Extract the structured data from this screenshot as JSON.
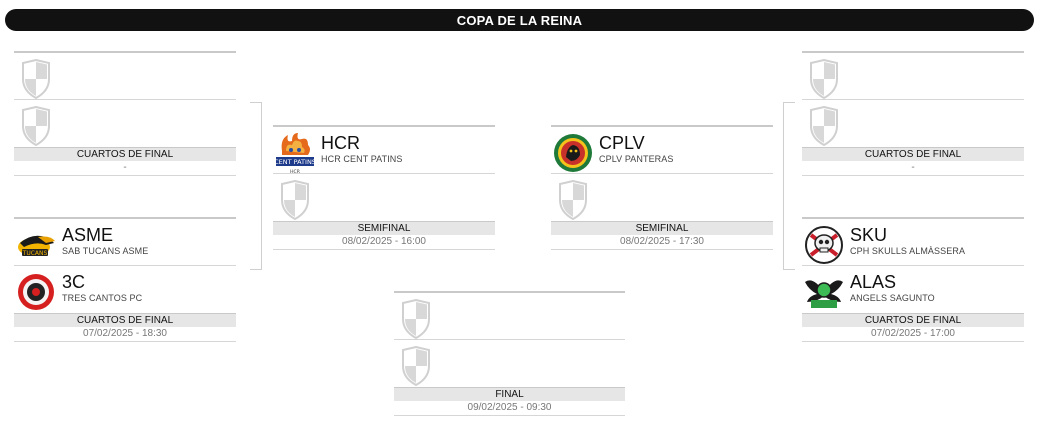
{
  "title": "COPA DE LA REINA",
  "colors": {
    "title_bg": "#111111",
    "stage_bg": "#e6e6e6",
    "placeholder_shield": "#d8d8d8"
  },
  "left_qf_top": {
    "team1": {
      "abbr": "",
      "name": "",
      "logo": "placeholder-shield-icon"
    },
    "team2": {
      "abbr": "",
      "name": "",
      "logo": "placeholder-shield-icon"
    },
    "stage": "CUARTOS DE FINAL",
    "date": "-"
  },
  "left_qf_bottom": {
    "team1": {
      "abbr": "ASME",
      "name": "SAB TUCANS ASME",
      "logo": "tucans-logo-icon"
    },
    "team2": {
      "abbr": "3C",
      "name": "TRES CANTOS PC",
      "logo": "tres-cantos-logo-icon"
    },
    "stage": "CUARTOS DE FINAL",
    "date": "07/02/2025 - 18:30"
  },
  "sf_left": {
    "team1": {
      "abbr": "HCR",
      "name": "HCR CENT PATINS",
      "logo": "cent-patins-logo-icon"
    },
    "team2": {
      "abbr": "",
      "name": "",
      "logo": "placeholder-shield-icon"
    },
    "stage": "SEMIFINAL",
    "date": "08/02/2025 - 16:00"
  },
  "sf_right": {
    "team1": {
      "abbr": "CPLV",
      "name": "CPLV PANTERAS",
      "logo": "cplv-logo-icon"
    },
    "team2": {
      "abbr": "",
      "name": "",
      "logo": "placeholder-shield-icon"
    },
    "stage": "SEMIFINAL",
    "date": "08/02/2025 - 17:30"
  },
  "final": {
    "team1": {
      "abbr": "",
      "name": "",
      "logo": "placeholder-shield-icon"
    },
    "team2": {
      "abbr": "",
      "name": "",
      "logo": "placeholder-shield-icon"
    },
    "stage": "FINAL",
    "date": "09/02/2025 - 09:30"
  },
  "right_qf_top": {
    "team1": {
      "abbr": "",
      "name": "",
      "logo": "placeholder-shield-icon"
    },
    "team2": {
      "abbr": "",
      "name": "",
      "logo": "placeholder-shield-icon"
    },
    "stage": "CUARTOS DE FINAL",
    "date": "-"
  },
  "right_qf_bottom": {
    "team1": {
      "abbr": "SKU",
      "name": "CPH SKULLS ALMÀSSERA",
      "logo": "skulls-logo-icon"
    },
    "team2": {
      "abbr": "ALAS",
      "name": "ANGELS SAGUNTO",
      "logo": "angels-logo-icon"
    },
    "stage": "CUARTOS DE FINAL",
    "date": "07/02/2025 - 17:00"
  }
}
